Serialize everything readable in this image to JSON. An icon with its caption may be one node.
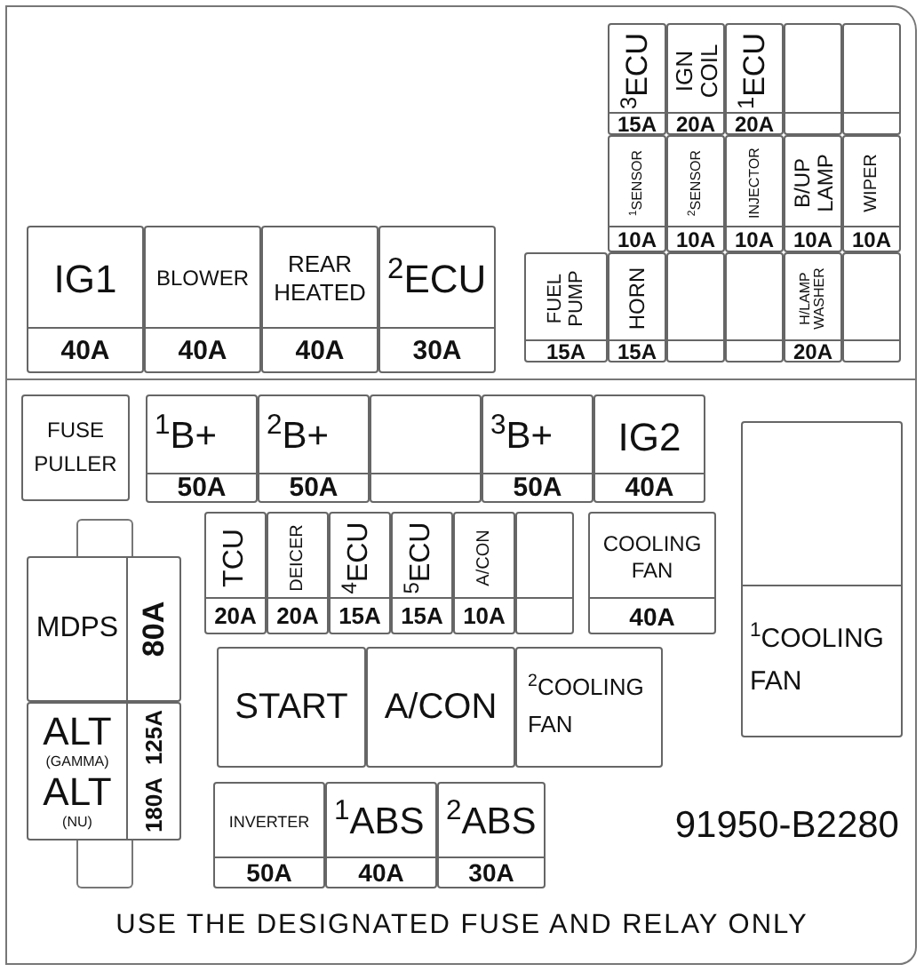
{
  "diagram": {
    "nodes": [
      {
        "text": [
          "$^{3}$ECU",
          "15A"
        ]
      },
      {
        "text": [
          "IGN COIL",
          "20A"
        ]
      },
      {
        "text": [
          "$^{1}$ECU",
          "20A"
        ]
      },
      {
        "text": [],
        "shape": "box"
      },
      {
        "text": [],
        "shape": "box"
      },
      {
        "text": [
          "$^{1}$SENSOR",
          "10A"
        ]
      },
      {
        "text": [
          "$^{2}$SENSOR",
          "10A"
        ]
      },
      {
        "text": [
          "INJECTOR",
          "10A"
        ]
      },
      {
        "text": [
          "B/UP LAMP",
          "10A"
        ]
      },
      {
        "text": [
          "WIPER",
          "10A"
        ]
      },
      {
        "text": [
          "FUEL PUMP",
          "15A"
        ]
      },
      {
        "text": [
          "HORN",
          "15A"
        ]
      },
      {
        "text": [],
        "shape": "box"
      },
      {
        "text": [],
        "shape": "box"
      },
      {
        "text": [
          "H/LAMP WASHER",
          "20A"
        ]
      },
      {
        "text": [],
        "shape": "box"
      },
      {
        "text": [
          "IG1",
          "40A"
        ]
      },
      {
        "text": [
          "BLOWER",
          "40A"
        ]
      },
      {
        "text": [
          "REAR HEATED",
          "40A"
        ]
      },
      {
        "text": [
          "$^{2}$ECU",
          "30A"
        ]
      },
      {
        "text": [
          "FUSE PULLER"
        ]
      },
      {
        "text": [
          "$^{1}$B+",
          "50A"
        ]
      },
      {
        "text": [
          "$^{2}$B+",
          "50A"
        ]
      },
      {
        "text": [],
        "shape": "box"
      },
      {
        "text": [
          "$^{3}$B+",
          "50A"
        ]
      },
      {
        "text": [
          "IG2",
          "40A"
        ]
      },
      {
        "text": [
          "TCU",
          "20A"
        ]
      },
      {
        "text": [
          "DEICER",
          "20A"
        ]
      },
      {
        "text": [
          "$^{4}$ECU",
          "15A"
        ]
      },
      {
        "text": [
          "$^{5}$ECU",
          "15A"
        ]
      },
      {
        "text": [
          "A/CON",
          "10A"
        ]
      },
      {
        "text": [],
        "shape": "box"
      },
      {
        "text": [
          "COOLING FAN",
          "40A"
        ]
      },
      {
        "text": [
          "MDPS",
          "80A"
        ]
      },
      {
        "text": [
          "ALT",
          "(GAMMA)",
          "ALT",
          "(NU)",
          "125A",
          "180A"
        ]
      },
      {
        "text": [
          "START"
        ]
      },
      {
        "text": [
          "A/CON"
        ]
      },
      {
        "text": [
          "$^{2}$COOLING FAN"
        ]
      },
      {
        "text": [
          "$^{1}$COOLING FAN"
        ]
      },
      {
        "text": [
          "INVERTER",
          "50A"
        ]
      },
      {
        "text": [
          "$^{1}$ABS",
          "40A"
        ]
      },
      {
        "text": [
          "$^{2}$ABS",
          "30A"
        ]
      }
    ],
    "labels": [
      "91950-B2280",
      "USE THE DESIGNATED FUSE AND RELAY ONLY"
    ]
  }
}
